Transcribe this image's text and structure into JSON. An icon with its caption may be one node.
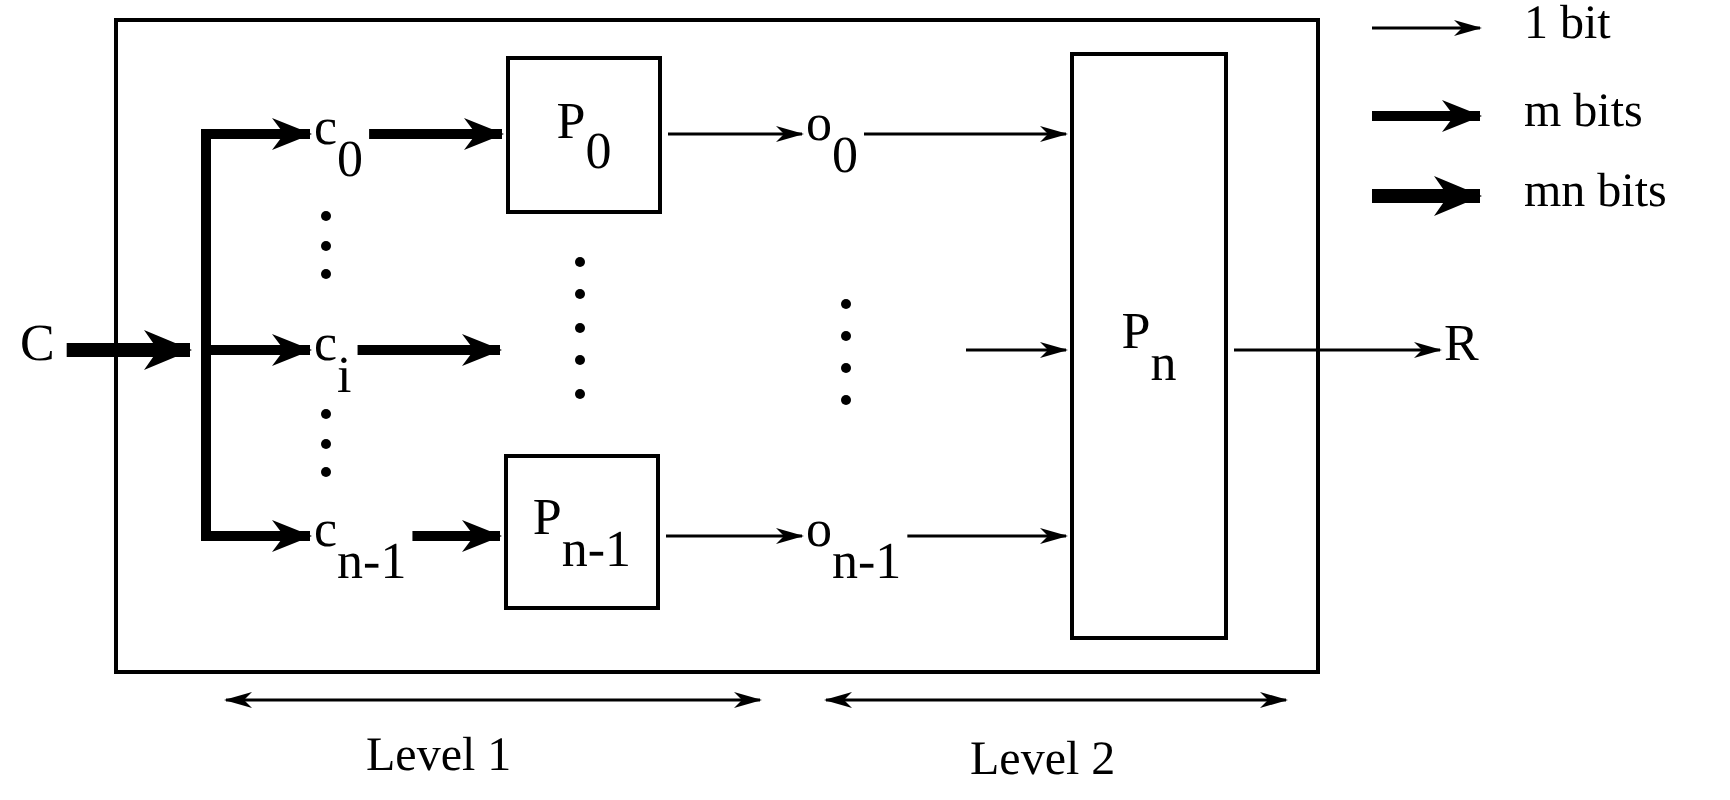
{
  "diagram": {
    "nodes": [
      {
        "text": [],
        "shape": "box"
      },
      {
        "text": [
          "C"
        ]
      },
      {
        "text": [
          "c$_{0}$"
        ],
        "in": 0
      },
      {
        "text": [
          "c$_{i}$"
        ],
        "in": 0
      },
      {
        "text": [
          "c$_{n-1}$"
        ],
        "in": 0
      },
      {
        "text": [
          "P$_{0}$"
        ],
        "in": 0
      },
      {
        "text": [
          "P$_{n-1}$"
        ],
        "in": 0
      },
      {
        "text": [
          "o$_{0}$"
        ],
        "in": 0
      },
      {
        "text": [
          "o$_{n-1}$"
        ],
        "in": 0
      },
      {
        "text": [
          "P$_{n}$"
        ],
        "in": 0
      },
      {
        "text": [
          "R"
        ]
      }
    ],
    "edges": [
      {
        "from": 1,
        "to": 2,
        "arrow": "to",
        "style": "thick"
      },
      {
        "from": 1,
        "to": 3,
        "arrow": "to",
        "style": "thick"
      },
      {
        "from": 1,
        "to": 4,
        "arrow": "to",
        "style": "thick"
      },
      {
        "from": 2,
        "to": 5,
        "arrow": "to",
        "style": "thick"
      },
      {
        "from": 3,
        "to": null,
        "arrow": "to",
        "style": "thick"
      },
      {
        "from": 4,
        "to": 6,
        "arrow": "to",
        "style": "thick"
      },
      {
        "from": 5,
        "to": 7,
        "arrow": "to"
      },
      {
        "from": 6,
        "to": 8,
        "arrow": "to"
      },
      {
        "from": 7,
        "to": 9,
        "arrow": "to"
      },
      {
        "from": null,
        "to": 9,
        "arrow": "to"
      },
      {
        "from": 8,
        "to": 9,
        "arrow": "to"
      },
      {
        "from": 9,
        "to": 10,
        "arrow": "to"
      }
    ],
    "labels": [
      "Level 1",
      "Level 2"
    ],
    "legend": [
      {
        "text": "1 bit"
      },
      {
        "text": "m bits"
      },
      {
        "text": "mn bits"
      }
    ]
  }
}
